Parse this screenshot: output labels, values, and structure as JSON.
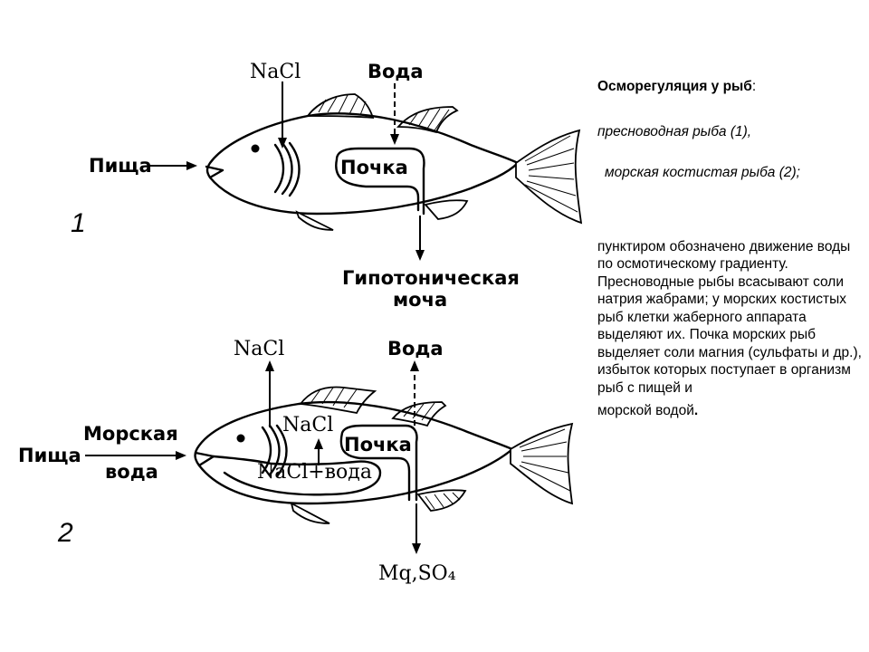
{
  "side_panel": {
    "title": "Осморегуляция у рыб",
    "title_suffix": ":",
    "item1": "пресноводная рыба (1),",
    "item2": "морская костистая рыба (2);",
    "paragraph": "пунктиром обозначено движение воды по осмотическому градиенту. Пресноводные рыбы всасывают соли натрия жабрами; у морских костистых рыб клетки жаберного аппарата выделяют их. Почка морских рыб выделяет соли магния (сульфаты и др.), избыток которых поступает в организм рыб с пищей и",
    "paragraph_tail": "морской водой",
    "paragraph_end": "."
  },
  "fish1": {
    "number": "1",
    "food": "Пища",
    "nacl": "NaCl",
    "water": "Вода",
    "kidney": "Почка",
    "urine_line1": "Гипотоническая",
    "urine_line2": "моча"
  },
  "fish2": {
    "number": "2",
    "food": "Пища",
    "seawater_line1": "Морская",
    "seawater_line2": "вода",
    "nacl_out": "NaCl",
    "nacl_in": "NaCl",
    "water": "Вода",
    "kidney": "Почка",
    "nacl_water": "NaCl+вода",
    "mgso4": "Mq,SO₄"
  }
}
